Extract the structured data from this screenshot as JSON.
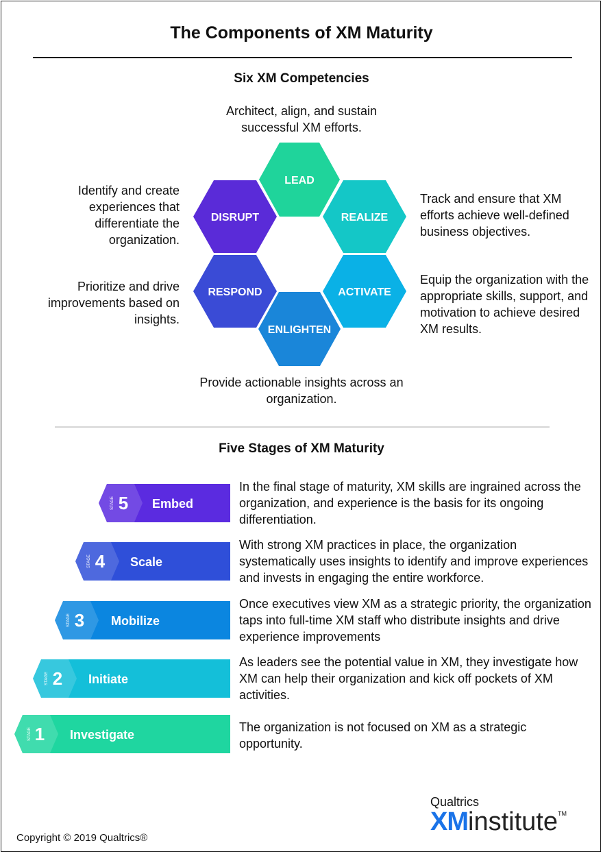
{
  "title": "The Components of XM Maturity",
  "competencies": {
    "heading": "Six XM Competencies",
    "items": [
      {
        "key": "lead",
        "label": "LEAD",
        "description": "Architect, align, and sustain successful XM efforts.",
        "color": "#1fd49b"
      },
      {
        "key": "realize",
        "label": "REALIZE",
        "description": "Track and ensure that XM efforts achieve well-defined business objectives.",
        "color": "#14c7c7"
      },
      {
        "key": "activate",
        "label": "ACTIVATE",
        "description": "Equip the organization with the appropriate skills, support, and motivation to achieve desired XM results.",
        "color": "#0ab1e6"
      },
      {
        "key": "enlighten",
        "label": "ENLIGHTEN",
        "description": "Provide actionable insights across an organization.",
        "color": "#1a86d9"
      },
      {
        "key": "respond",
        "label": "RESPOND",
        "description": "Prioritize and drive improvements based on insights.",
        "color": "#3a4bd6"
      },
      {
        "key": "disrupt",
        "label": "DISRUPT",
        "description": "Identify and create experiences that differentiate the organization.",
        "color": "#5a2bd8"
      }
    ]
  },
  "stages": {
    "heading": "Five Stages of XM Maturity",
    "stage_word": "STAGE",
    "items": [
      {
        "number": "5",
        "name": "Embed",
        "description": "In the final stage of maturity, XM skills are ingrained across the organization, and experience is the basis for its ongoing differentiation.",
        "color": "#5b2be0"
      },
      {
        "number": "4",
        "name": "Scale",
        "description": "With strong XM practices in place, the organization systematically uses insights to identify and improve experiences and invests in engaging the entire workforce.",
        "color": "#2f4fd9"
      },
      {
        "number": "3",
        "name": "Mobilize",
        "description": "Once executives view XM as a strategic priority, the organization taps into full-time XM staff who distribute insights and drive experience improvements",
        "color": "#0b86e0"
      },
      {
        "number": "2",
        "name": "Initiate",
        "description": "As leaders see the potential value in XM, they investigate how XM can help their organization and kick off pockets of XM activities.",
        "color": "#14bfd9"
      },
      {
        "number": "1",
        "name": "Investigate",
        "description": "The organization is not focused on XM as a strategic opportunity.",
        "color": "#1fd6a0"
      }
    ]
  },
  "footer": {
    "copyright": "Copyright © 2019 Qualtrics®",
    "logo_brand": "Qualtrics",
    "logo_xm": "XM",
    "logo_word": "institute",
    "logo_tm": "TM"
  }
}
